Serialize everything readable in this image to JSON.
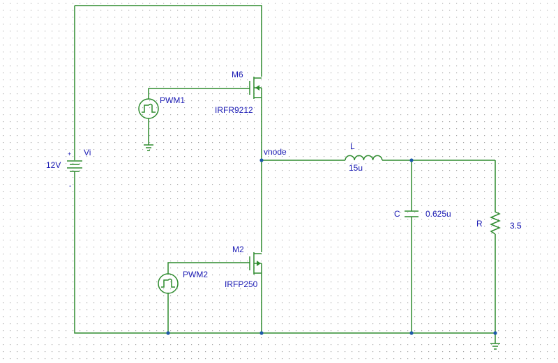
{
  "schematic": {
    "source": {
      "name": "Vi",
      "value": "12V",
      "plus": "+",
      "minus": "-"
    },
    "mosfet_high": {
      "ref": "M6",
      "model": "IRFR9212"
    },
    "mosfet_low": {
      "ref": "M2",
      "model": "IRFP250"
    },
    "pwm_high": {
      "name": "PWM1"
    },
    "pwm_low": {
      "name": "PWM2"
    },
    "switch_node": {
      "label": "vnode"
    },
    "inductor": {
      "ref": "L",
      "value": "15u"
    },
    "capacitor": {
      "ref": "C",
      "value": "0.625u"
    },
    "resistor": {
      "ref": "R",
      "value": "3.5"
    }
  }
}
